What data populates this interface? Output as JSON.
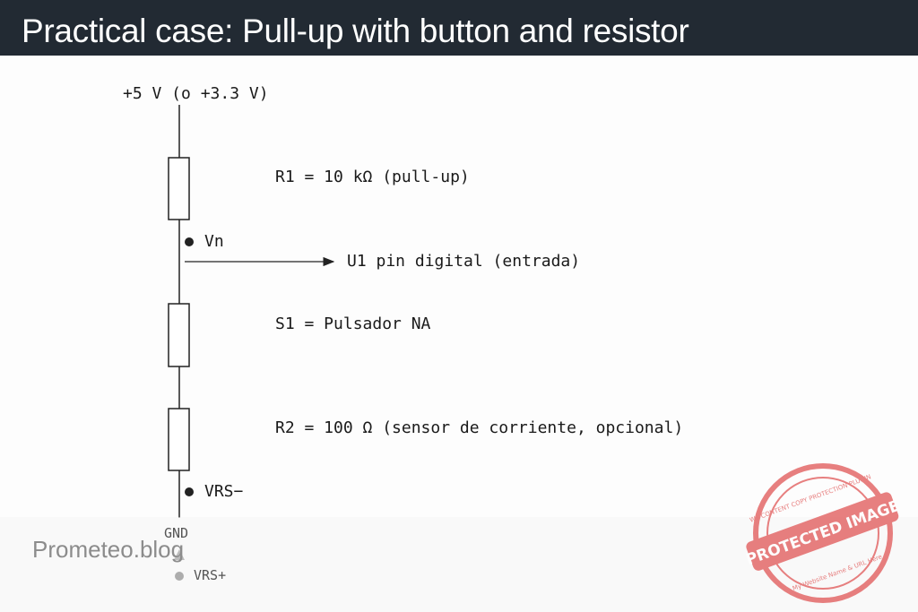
{
  "header": {
    "title": "Practical case: Pull-up with button and resistor"
  },
  "circuit": {
    "supply_label": "+5 V (o +3.3 V)",
    "r1_label": "R1 = 10 kΩ (pull-up)",
    "vn_label": "Vn",
    "output_label": "U1 pin digital (entrada)",
    "s1_label": "S1 = Pulsador NA",
    "r2_label": "R2 = 100 Ω (sensor de corriente, opcional)",
    "vrs_minus_label": "VRS−",
    "gnd_label": "GND",
    "vrs_plus_label": "VRS+"
  },
  "watermark": {
    "brand": "Prometeo.blog",
    "stamp_main": "PROTECTED IMAGE",
    "stamp_top": "WP CONTENT COPY PROTECTION PLUGIN",
    "stamp_bottom": "My Website Name & URL Here"
  },
  "colors": {
    "title_bg": "#222a33",
    "stamp_red": "#e05555",
    "wire": "#222222"
  }
}
